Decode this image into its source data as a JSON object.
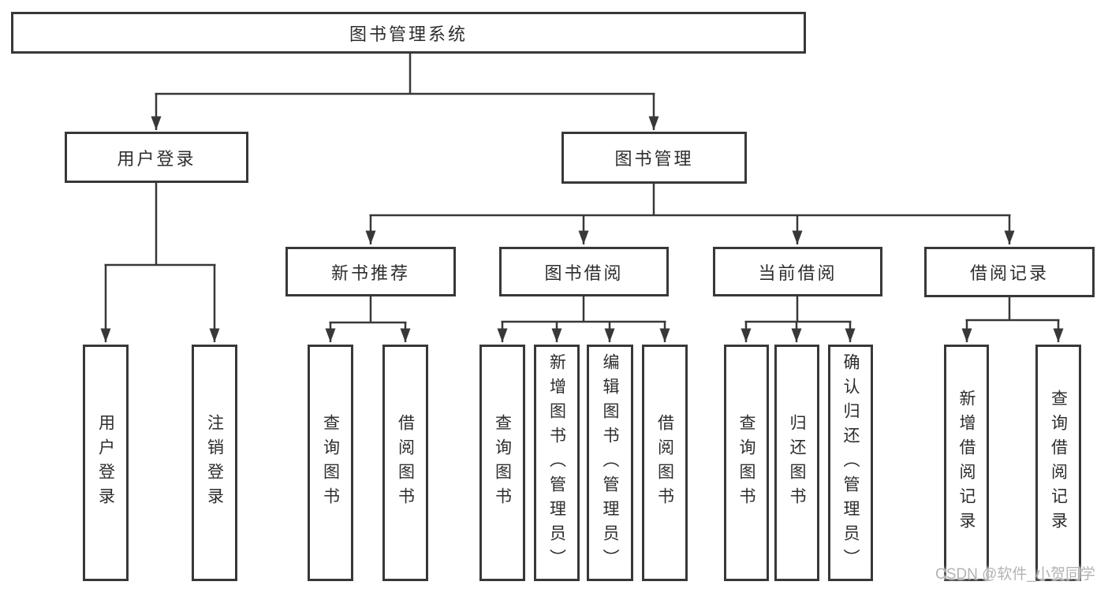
{
  "tree": {
    "root": {
      "label": "图书管理系统"
    },
    "branches": [
      {
        "label": "用户登录",
        "leaves": [
          {
            "label": "用户登录"
          },
          {
            "label": "注销登录"
          }
        ]
      },
      {
        "label": "图书管理",
        "groups": [
          {
            "label": "新书推荐",
            "leaves": [
              {
                "label": "查询图书"
              },
              {
                "label": "借阅图书"
              }
            ]
          },
          {
            "label": "图书借阅",
            "leaves": [
              {
                "label": "查询图书"
              },
              {
                "label": "新增图书（管理员）"
              },
              {
                "label": "编辑图书（管理员）"
              },
              {
                "label": "借阅图书"
              }
            ]
          },
          {
            "label": "当前借阅",
            "leaves": [
              {
                "label": "查询图书"
              },
              {
                "label": "归还图书"
              },
              {
                "label": "确认归还（管理员）"
              }
            ]
          },
          {
            "label": "借阅记录",
            "leaves": [
              {
                "label": "新增借阅记录"
              },
              {
                "label": "查询借阅记录"
              }
            ]
          }
        ]
      }
    ]
  },
  "watermark": {
    "text": "CSDN @软件_小贺同学"
  },
  "colors": {
    "line": "#383838",
    "text": "#2d2d2d",
    "watermark": "#b3b3b3",
    "background": "#ffffff"
  }
}
